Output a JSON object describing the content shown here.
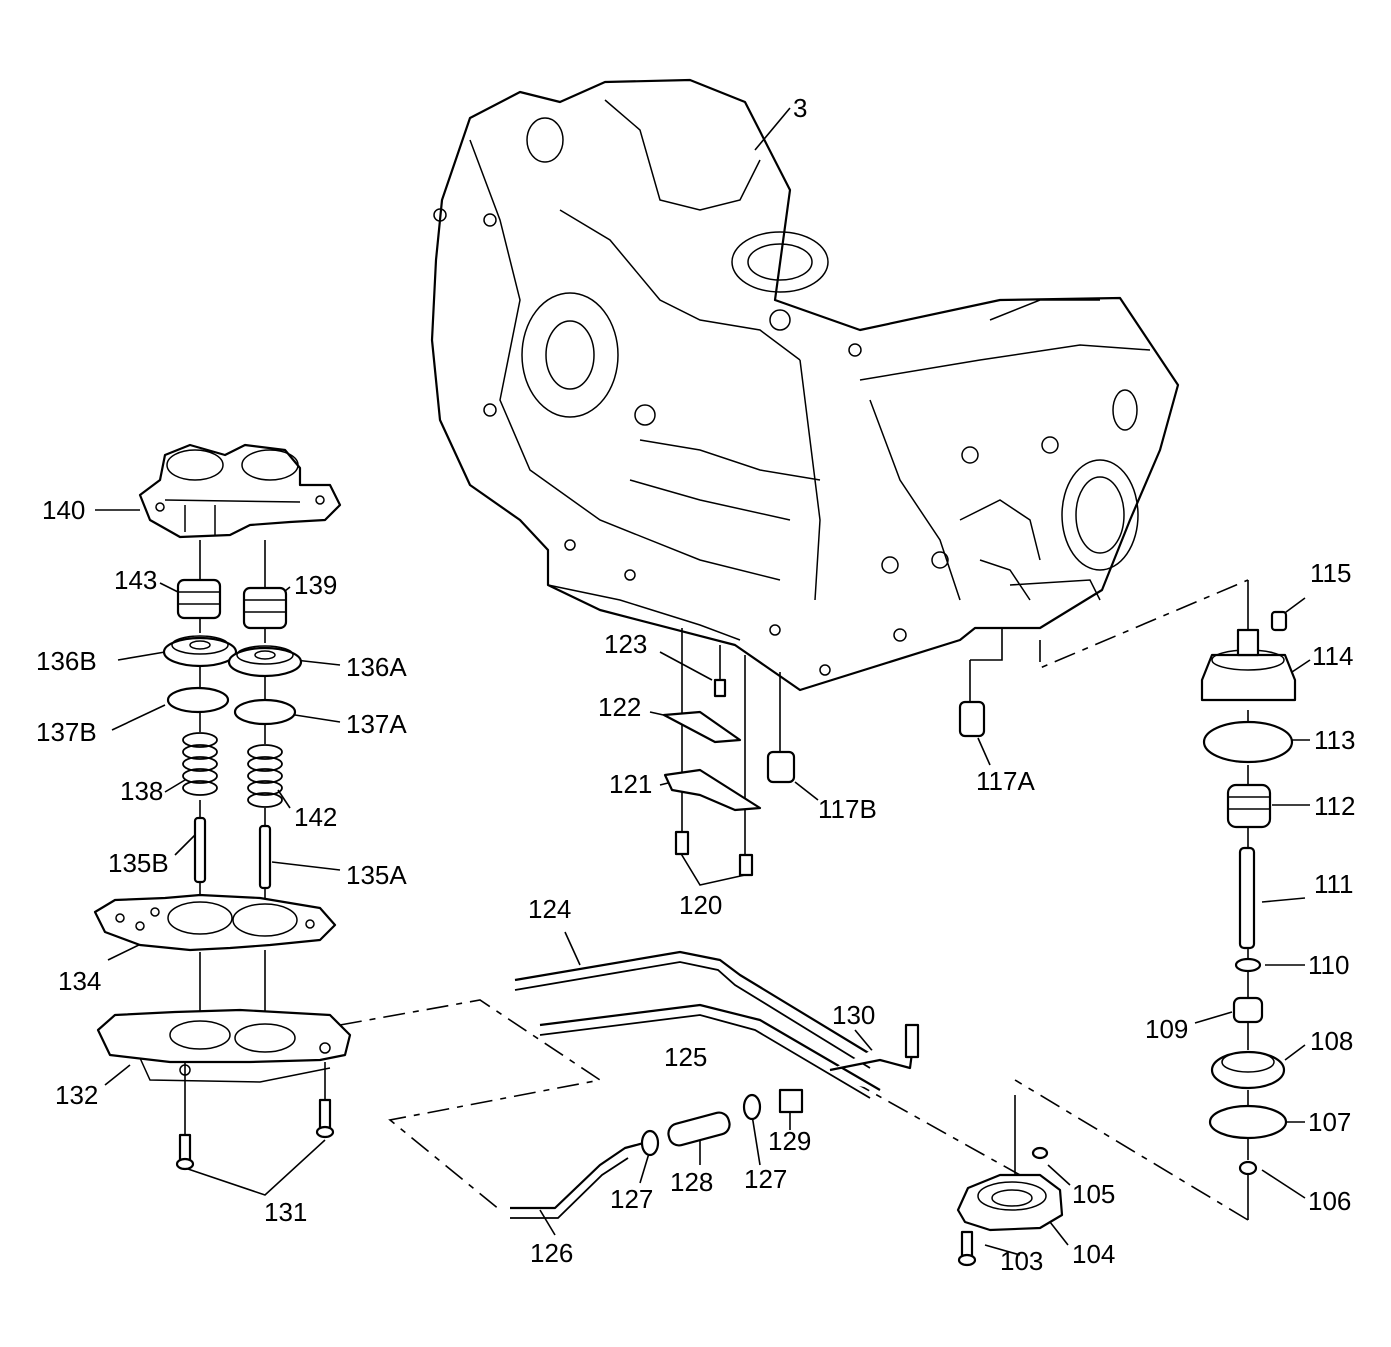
{
  "diagram": {
    "callouts": {
      "c3": "3",
      "c103": "103",
      "c104": "104",
      "c105": "105",
      "c106": "106",
      "c107": "107",
      "c108": "108",
      "c109": "109",
      "c110": "110",
      "c111": "111",
      "c112": "112",
      "c113": "113",
      "c114": "114",
      "c115": "115",
      "c117a": "117A",
      "c117b": "117B",
      "c120": "120",
      "c121": "121",
      "c122": "122",
      "c123": "123",
      "c124": "124",
      "c125": "125",
      "c126": "126",
      "c127a": "127",
      "c127b": "127",
      "c128": "128",
      "c129": "129",
      "c130": "130",
      "c131": "131",
      "c132": "132",
      "c134": "134",
      "c135a": "135A",
      "c135b": "135B",
      "c136a": "136A",
      "c136b": "136B",
      "c137a": "137A",
      "c137b": "137B",
      "c138": "138",
      "c139": "139",
      "c140": "140",
      "c142": "142",
      "c143": "143"
    }
  }
}
